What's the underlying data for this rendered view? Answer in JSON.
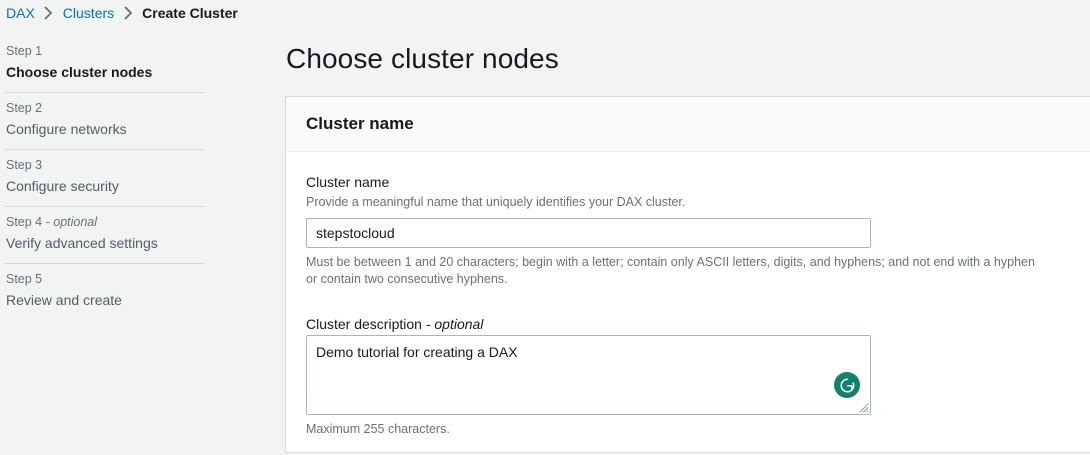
{
  "breadcrumb": {
    "items": [
      {
        "label": "DAX",
        "type": "link"
      },
      {
        "label": "Clusters",
        "type": "link"
      },
      {
        "label": "Create Cluster",
        "type": "current"
      }
    ],
    "separator_icon": "chevron-right-icon"
  },
  "wizard": {
    "steps": [
      {
        "num": "Step 1",
        "optional": "",
        "label": "Choose cluster nodes",
        "active": true
      },
      {
        "num": "Step 2",
        "optional": "",
        "label": "Configure networks",
        "active": false
      },
      {
        "num": "Step 3",
        "optional": "",
        "label": "Configure security",
        "active": false
      },
      {
        "num": "Step 4",
        "optional": " - optional",
        "label": "Verify advanced settings",
        "active": false
      },
      {
        "num": "Step 5",
        "optional": "",
        "label": "Review and create",
        "active": false
      }
    ]
  },
  "main": {
    "page_title": "Choose cluster nodes",
    "card": {
      "header_title": "Cluster name",
      "fields": {
        "cluster_name": {
          "label": "Cluster name",
          "description": "Provide a meaningful name that uniquely identifies your DAX cluster.",
          "value": "stepstocloud",
          "placeholder": "",
          "constraint": "Must be between 1 and 20 characters; begin with a letter; contain only ASCII letters, digits, and hyphens; and not end with a hyphen or contain two consecutive hyphens."
        },
        "cluster_description": {
          "label": "Cluster description",
          "label_optional": " - optional",
          "value": "Demo tutorial for creating a DAX",
          "placeholder": "",
          "constraint": "Maximum 255 characters.",
          "grammarly_icon": "grammarly-icon",
          "resize_icon": "resize-grip-icon"
        }
      }
    }
  },
  "colors": {
    "page_background": "#f2f3f3",
    "card_background": "#ffffff",
    "card_header_background": "#fafafa",
    "link_blue": "#0073bb",
    "text_primary": "#16191f",
    "text_secondary": "#687078",
    "border": "#d5dbdb",
    "input_border": "#aab7b8",
    "grammarly_green": "#15806a"
  }
}
